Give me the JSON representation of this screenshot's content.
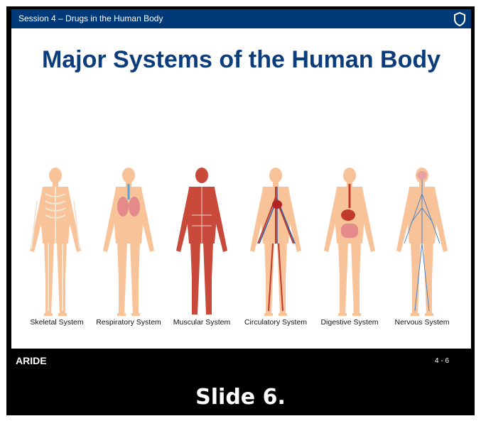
{
  "header": {
    "session_title": "Session 4 – Drugs in the Human Body",
    "shield_icon": "shield-icon"
  },
  "slide": {
    "title": "Major Systems of the Human Body",
    "systems": [
      {
        "label": "Skeletal System",
        "icon": "skeleton-figure"
      },
      {
        "label": "Respiratory System",
        "icon": "lungs-figure"
      },
      {
        "label": "Muscular System",
        "icon": "muscle-figure"
      },
      {
        "label": "Circulatory System",
        "icon": "circulatory-figure"
      },
      {
        "label": "Digestive System",
        "icon": "digestive-figure"
      },
      {
        "label": "Nervous System",
        "icon": "nerves-figure"
      }
    ]
  },
  "footer": {
    "brand": "ARIDE",
    "page": "4 - 6"
  },
  "caption": "Slide 6.",
  "colors": {
    "header_bg": "#003a78",
    "title": "#0b3c7b",
    "skin": "#f9c39a"
  }
}
